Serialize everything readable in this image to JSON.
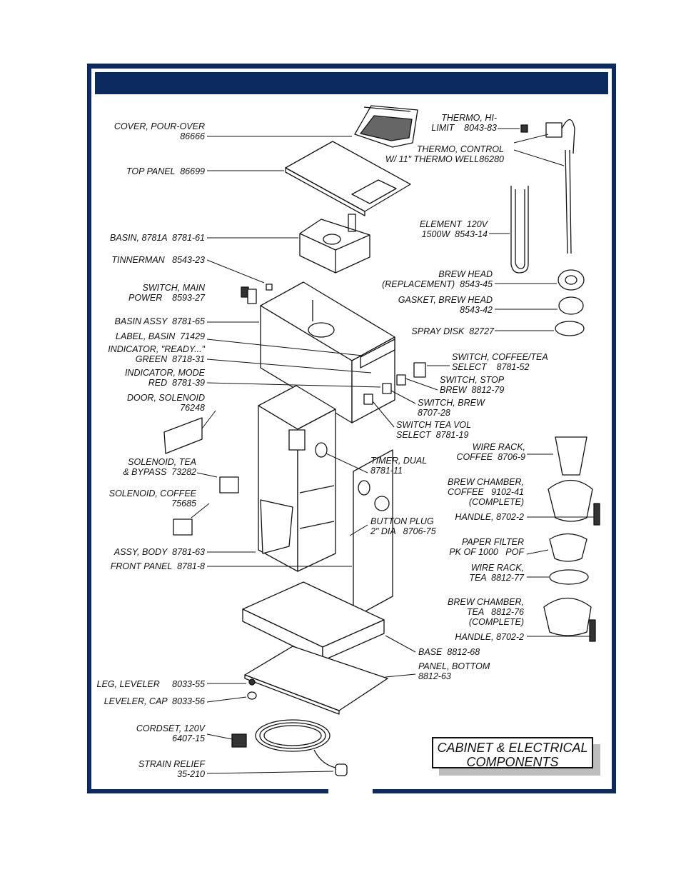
{
  "title_box": {
    "line1": "CABINET & ELECTRICAL",
    "line2": "COMPONENTS"
  },
  "colors": {
    "frame": "#0d2a5e",
    "ink": "#111111",
    "shadow": "#bdbdbd"
  },
  "left_labels": [
    {
      "id": "cover-pour-over",
      "l1": "COVER, POUR-OVER",
      "l2": "86666"
    },
    {
      "id": "top-panel",
      "l1": "TOP PANEL  86699",
      "l2": ""
    },
    {
      "id": "basin",
      "l1": "BASIN, 8781A  8781-61",
      "l2": ""
    },
    {
      "id": "tinnerman",
      "l1": "TINNERMAN   8543-23",
      "l2": ""
    },
    {
      "id": "switch-main-power",
      "l1": "SWITCH, MAIN",
      "l2": "POWER    8593-27"
    },
    {
      "id": "basin-assy",
      "l1": "BASIN ASSY  8781-65",
      "l2": ""
    },
    {
      "id": "label-basin",
      "l1": "LABEL, BASIN  71429",
      "l2": ""
    },
    {
      "id": "indicator-ready",
      "l1": "INDICATOR, \"READY...\"",
      "l2": "GREEN  8718-31"
    },
    {
      "id": "indicator-mode",
      "l1": "INDICATOR, MODE",
      "l2": "RED  8781-39"
    },
    {
      "id": "door-solenoid",
      "l1": "DOOR, SOLENOID",
      "l2": "76248"
    },
    {
      "id": "solenoid-tea-bypass",
      "l1": "SOLENOID, TEA",
      "l2": "& BYPASS  73282"
    },
    {
      "id": "solenoid-coffee",
      "l1": "SOLENOID, COFFEE",
      "l2": "75685"
    },
    {
      "id": "assy-body",
      "l1": "ASSY, BODY  8781-63",
      "l2": ""
    },
    {
      "id": "front-panel",
      "l1": "FRONT PANEL  8781-8",
      "l2": ""
    },
    {
      "id": "leg-leveler",
      "l1": "LEG, LEVELER     8033-55",
      "l2": ""
    },
    {
      "id": "leveler-cap",
      "l1": "LEVELER, CAP  8033-56",
      "l2": ""
    },
    {
      "id": "cordset",
      "l1": "CORDSET, 120V",
      "l2": "6407-15"
    },
    {
      "id": "strain-relief",
      "l1": "STRAIN RELIEF",
      "l2": "35-210"
    }
  ],
  "right_labels": [
    {
      "id": "thermo-hi-limit",
      "l1": "THERMO, HI-",
      "l2": "LIMIT    8043-83"
    },
    {
      "id": "thermo-control",
      "l1": "THERMO, CONTROL",
      "l2": "W/ 11\" THERMO WELL86280"
    },
    {
      "id": "element",
      "l1": "ELEMENT  120V",
      "l2": "1500W  8543-14"
    },
    {
      "id": "brew-head",
      "l1": "BREW HEAD",
      "l2": "(REPLACEMENT)  8543-45"
    },
    {
      "id": "gasket-brew-head",
      "l1": "GASKET, BREW HEAD",
      "l2": "8543-42"
    },
    {
      "id": "spray-disk",
      "l1": "SPRAY DISK  82727",
      "l2": ""
    },
    {
      "id": "switch-coffee-tea",
      "l1": "SWITCH, COFFEE/TEA",
      "l2": "SELECT    8781-52"
    },
    {
      "id": "switch-stop-brew",
      "l1": "SWITCH, STOP",
      "l2": "BREW  8812-79"
    },
    {
      "id": "switch-brew",
      "l1": "SWITCH, BREW",
      "l2": "8707-28"
    },
    {
      "id": "switch-tea-vol",
      "l1": "SWITCH TEA VOL",
      "l2": "SELECT  8781-19"
    },
    {
      "id": "timer-dual",
      "l1": "TIMER, DUAL",
      "l2": "8781-11"
    },
    {
      "id": "button-plug",
      "l1": "BUTTON PLUG",
      "l2": "2\" DIA   8706-75"
    },
    {
      "id": "wire-rack-coffee",
      "l1": "WIRE RACK,",
      "l2": "COFFEE  8706-9"
    },
    {
      "id": "brew-chamber-coffee",
      "l1": "BREW CHAMBER,",
      "l2": "COFFEE   9102-41",
      "l3": "(COMPLETE)"
    },
    {
      "id": "handle-1",
      "l1": "HANDLE, 8702-2",
      "l2": ""
    },
    {
      "id": "paper-filter",
      "l1": "PAPER FILTER",
      "l2": "PK OF 1000   POF"
    },
    {
      "id": "wire-rack-tea",
      "l1": "WIRE RACK,",
      "l2": "TEA  8812-77"
    },
    {
      "id": "brew-chamber-tea",
      "l1": "BREW CHAMBER,",
      "l2": "TEA   8812-76",
      "l3": "(COMPLETE)"
    },
    {
      "id": "handle-2",
      "l1": "HANDLE, 8702-2",
      "l2": ""
    },
    {
      "id": "base",
      "l1": "BASE  8812-68",
      "l2": ""
    },
    {
      "id": "panel-bottom",
      "l1": "PANEL, BOTTOM",
      "l2": "8812-63"
    }
  ]
}
